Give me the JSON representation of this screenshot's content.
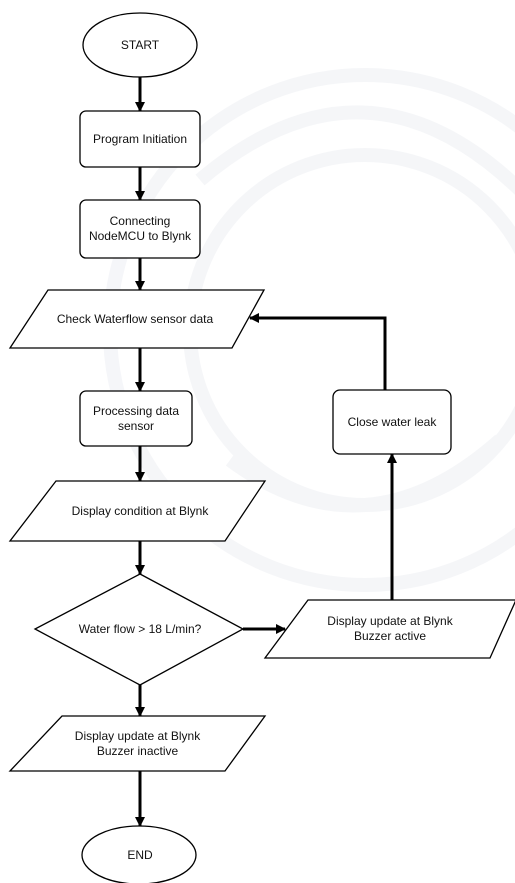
{
  "flowchart": {
    "start": "START",
    "program_init": "Program Initiation",
    "connect": "Connecting\nNodeMCU to Blynk",
    "check_sensor": "Check Waterflow sensor data",
    "processing": "Processing data\nsensor",
    "display_condition": "Display condition at Blynk",
    "decision": "Water flow > 18 L/min?",
    "display_active": "Display update at Blynk\nBuzzer active",
    "close_leak": "Close water leak",
    "display_inactive": "Display update at Blynk\nBuzzer inactive",
    "end": "END"
  },
  "colors": {
    "stroke": "#000000",
    "fill": "#ffffff",
    "watermark": "#c9cfdc"
  }
}
